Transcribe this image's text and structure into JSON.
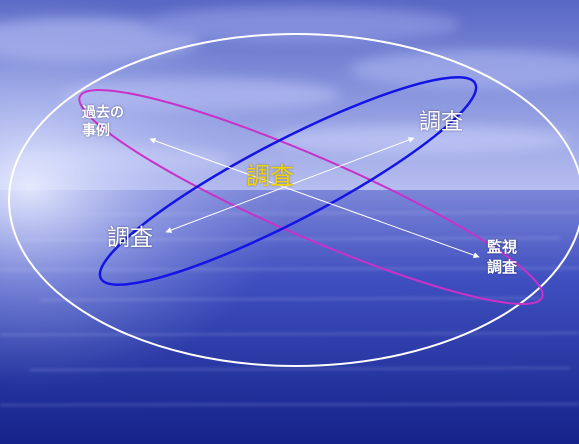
{
  "slide": {
    "colors": {
      "outer_ellipse": "#ffffff",
      "magenta_ellipse": "#c832c8",
      "blue_ellipse": "#1414e6",
      "center_label": "#f2d200",
      "text": "#ffffff",
      "sky_top": "#6a78d0",
      "sea": "#1a2a9a"
    },
    "labels": {
      "past_cases": [
        "過去の",
        "事例"
      ],
      "top_right": "調査",
      "center": "調査",
      "left": "調査",
      "monitoring": [
        "監視",
        "調査"
      ]
    }
  }
}
